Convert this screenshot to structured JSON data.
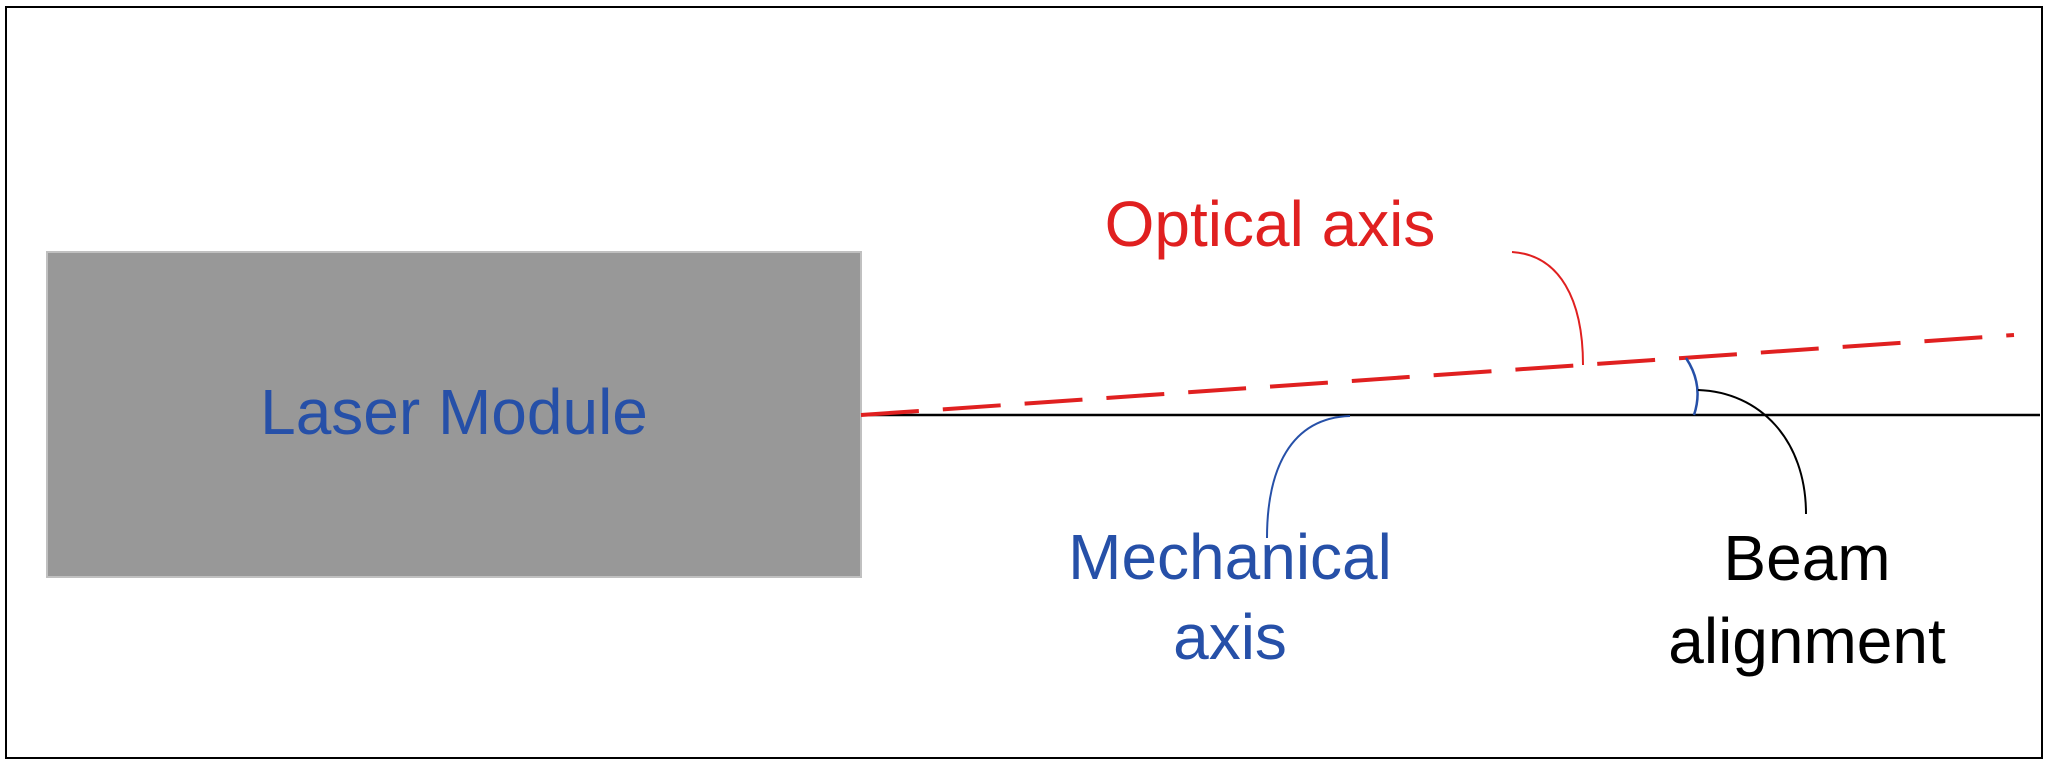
{
  "labels": {
    "module": "Laser Module",
    "optical_axis": "Optical axis",
    "mechanical_axis_line1": "Mechanical",
    "mechanical_axis_line2": "axis",
    "beam_alignment_line1": "Beam",
    "beam_alignment_line2": "alignment"
  },
  "colors": {
    "optical_axis": "#e02020",
    "mechanical_axis_label": "#2650a8",
    "module_fill": "#989898",
    "module_label": "#2650a8",
    "beam_alignment": "#000000"
  }
}
